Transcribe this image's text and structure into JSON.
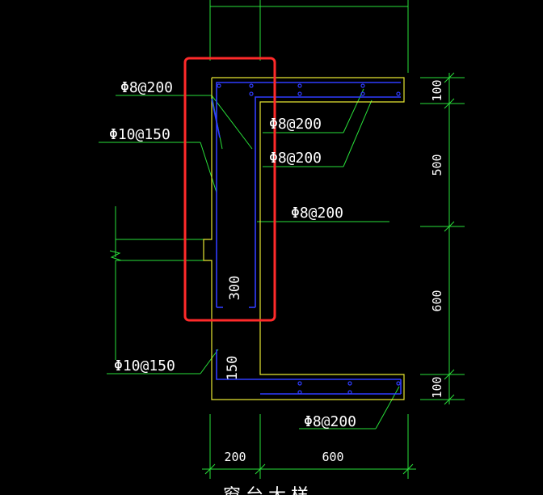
{
  "drawing": {
    "background": "#000000",
    "colors": {
      "outline": "#e6e632",
      "rebar": "#2f3cff",
      "leader": "#29e03a",
      "dim": "#29e03a",
      "highlight": "#ff2a2a",
      "label": "#ffffff",
      "dimtext": "#ffffff"
    },
    "labels": {
      "top_left_rebar": "Φ8@200",
      "wall_vertical_rebar": "Φ10@150",
      "top_slab_upper_rebar": "Φ8@200",
      "top_slab_lower_rebar": "Φ8@200",
      "wall_inner_rebar": "Φ8@200",
      "lower_wall_rebar": "Φ10@150",
      "bottom_slab_rebar": "Φ8@200"
    },
    "dimensions": {
      "right_top": "100",
      "right_mid_upper": "500",
      "right_mid_lower": "600",
      "right_bottom": "100",
      "wall_thickness": "300",
      "lower_wall_thickness": "150",
      "bottom_left": "200",
      "bottom_right": "600"
    },
    "caption": "窗台大样"
  }
}
